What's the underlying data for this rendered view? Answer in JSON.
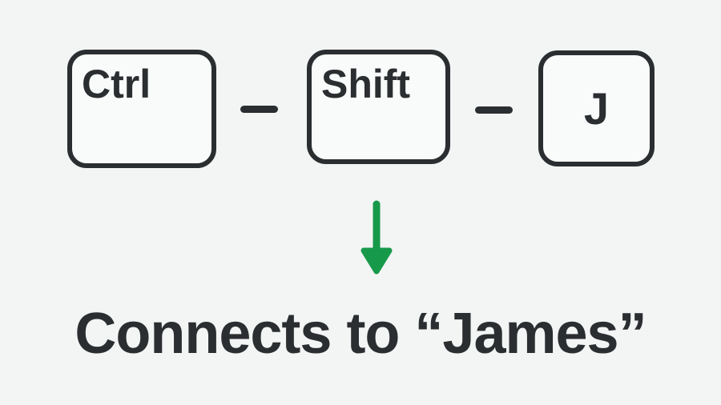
{
  "colors": {
    "background": "#f3f4f4",
    "key_fill": "#f9fafa",
    "ink": "#2b2e30",
    "accent_green": "#17994a"
  },
  "shortcut": {
    "keys": [
      {
        "label": "Ctrl"
      },
      {
        "label": "Shift"
      },
      {
        "label": "J"
      }
    ],
    "caption": "Connects to “James”"
  }
}
